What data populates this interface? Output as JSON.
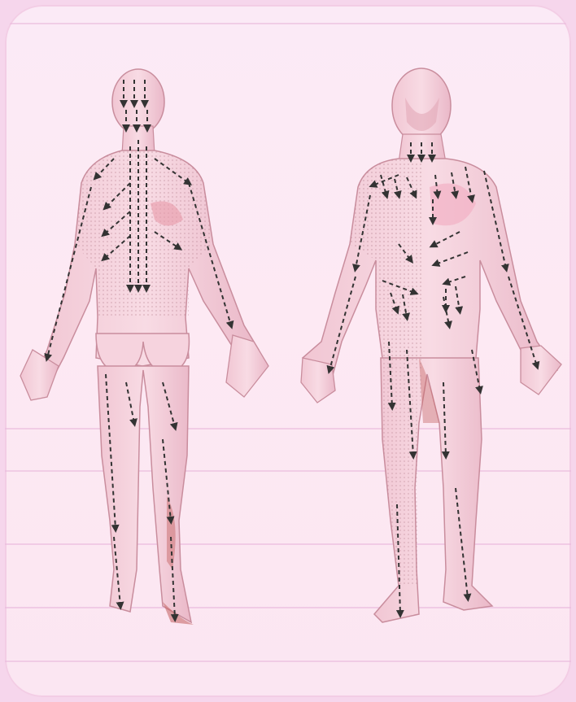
{
  "image": {
    "subject": "human-body-front-and-back-views",
    "views": [
      "posterior",
      "anterior"
    ],
    "colors": {
      "page_background": "#f6d6ec",
      "panel_background": "#fbeaf6",
      "skin": "#f4cfd9",
      "skin_shadow": "#d98f9f",
      "muscle_highlight": "#c86a6a",
      "arrow": "#333333"
    }
  }
}
